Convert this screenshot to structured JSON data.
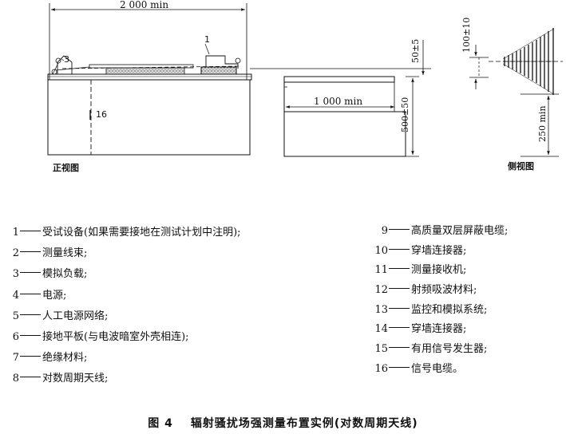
{
  "diagram": {
    "dims": {
      "length_top": "2 000 min",
      "height_50": "50±5",
      "height_100": "100±10",
      "length_1000": "1 000 min",
      "height_500": "500±50",
      "height_250": "250 min"
    },
    "callouts": {
      "c1": "1",
      "c3": "3",
      "c16": "16"
    },
    "views": {
      "front": "正视图",
      "side": "侧视图"
    }
  },
  "legend": {
    "left": [
      {
        "num": "1",
        "text": "受试设备(如果需要接地在测试计划中注明);"
      },
      {
        "num": "2",
        "text": "测量线束;"
      },
      {
        "num": "3",
        "text": "模拟负载;"
      },
      {
        "num": "4",
        "text": "电源;"
      },
      {
        "num": "5",
        "text": "人工电源网络;"
      },
      {
        "num": "6",
        "text": "接地平板(与电波暗室外壳相连);"
      },
      {
        "num": "7",
        "text": "绝缘材料;"
      },
      {
        "num": "8",
        "text": "对数周期天线;"
      }
    ],
    "right": [
      {
        "num": "9",
        "text": "高质量双层屏蔽电缆;"
      },
      {
        "num": "10",
        "text": "穿墙连接器;"
      },
      {
        "num": "11",
        "text": "测量接收机;"
      },
      {
        "num": "12",
        "text": "射频吸波材料;"
      },
      {
        "num": "13",
        "text": "监控和模拟系统;"
      },
      {
        "num": "14",
        "text": "穿墙连接器;"
      },
      {
        "num": "15",
        "text": "有用信号发生器;"
      },
      {
        "num": "16",
        "text": "信号电缆。"
      }
    ]
  },
  "caption": {
    "figure": "图 4",
    "title": "辐射骚扰场强测量布置实例(对数周期天线)"
  }
}
